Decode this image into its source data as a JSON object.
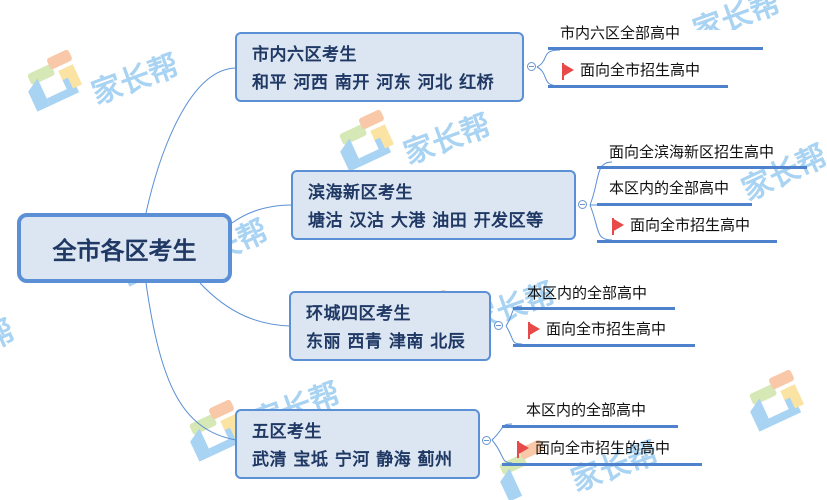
{
  "root": {
    "label": "全市各区考生"
  },
  "branches": [
    {
      "title": "市内六区考生",
      "districts": "和平 河西 南开 河东 河北 红桥",
      "leaves": [
        {
          "label": "市内六区全部高中",
          "flag": false
        },
        {
          "label": "面向全市招生高中",
          "flag": true
        }
      ]
    },
    {
      "title": "滨海新区考生",
      "districts": "塘沽 汉沽 大港 油田 开发区等",
      "leaves": [
        {
          "label": "面向全滨海新区招生高中",
          "flag": false
        },
        {
          "label": "本区内的全部高中",
          "flag": false
        },
        {
          "label": "面向全市招生高中",
          "flag": true
        }
      ]
    },
    {
      "title": "环城四区考生",
      "districts": "东丽 西青 津南 北辰",
      "leaves": [
        {
          "label": "本区内的全部高中",
          "flag": false
        },
        {
          "label": "面向全市招生高中",
          "flag": true
        }
      ]
    },
    {
      "title": "五区考生",
      "districts": "武清 宝坻 宁河 静海 蓟州",
      "leaves": [
        {
          "label": "本区内的全部高中",
          "flag": false
        },
        {
          "label": "面向全市招生的高中",
          "flag": true
        }
      ]
    }
  ],
  "watermark": {
    "text": "家长帮"
  },
  "colors": {
    "node_fill": "#dce6f2",
    "node_border": "#5b8fd6",
    "node_text": "#1f3864",
    "line": "#4f82cc",
    "flag": "#e84a4a"
  }
}
